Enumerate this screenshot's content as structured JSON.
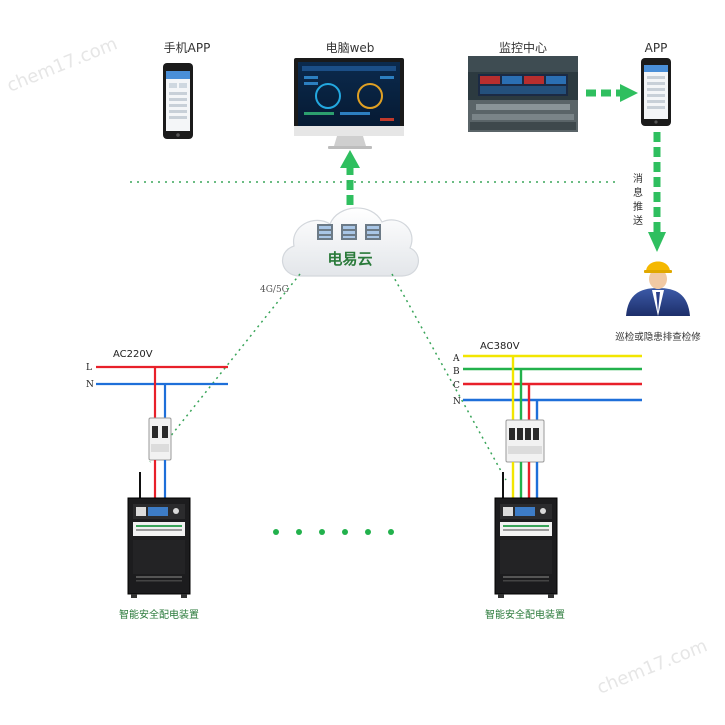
{
  "top": {
    "phone_app_label": "手机APP",
    "pc_web_label": "电脑web",
    "monitor_center_label": "监控中心",
    "app_label": "APP"
  },
  "cloud": {
    "label": "电易云",
    "link_label": "4G/5G"
  },
  "push": {
    "line1": "消",
    "line2": "息",
    "line3": "推",
    "line4": "送"
  },
  "worker_caption": "巡检或隐患排查检修",
  "left_circuit": {
    "voltage": "AC220V",
    "line_l": "L",
    "line_n": "N",
    "device_caption": "智能安全配电装置"
  },
  "right_circuit": {
    "voltage": "AC380V",
    "line_a": "A",
    "line_b": "B",
    "line_c": "C",
    "line_n": "N",
    "device_caption": "智能安全配电装置"
  },
  "watermark": "chem17.com",
  "colors": {
    "green_arrow": "#2fbf5f",
    "dotted_green": "#3aa55a",
    "phase_yellow": "#f2e600",
    "phase_green": "#22b14c",
    "phase_red": "#e8202a",
    "neutral_blue": "#1e6fd9",
    "text_dark": "#333333",
    "label_green": "#2a7a3a"
  }
}
